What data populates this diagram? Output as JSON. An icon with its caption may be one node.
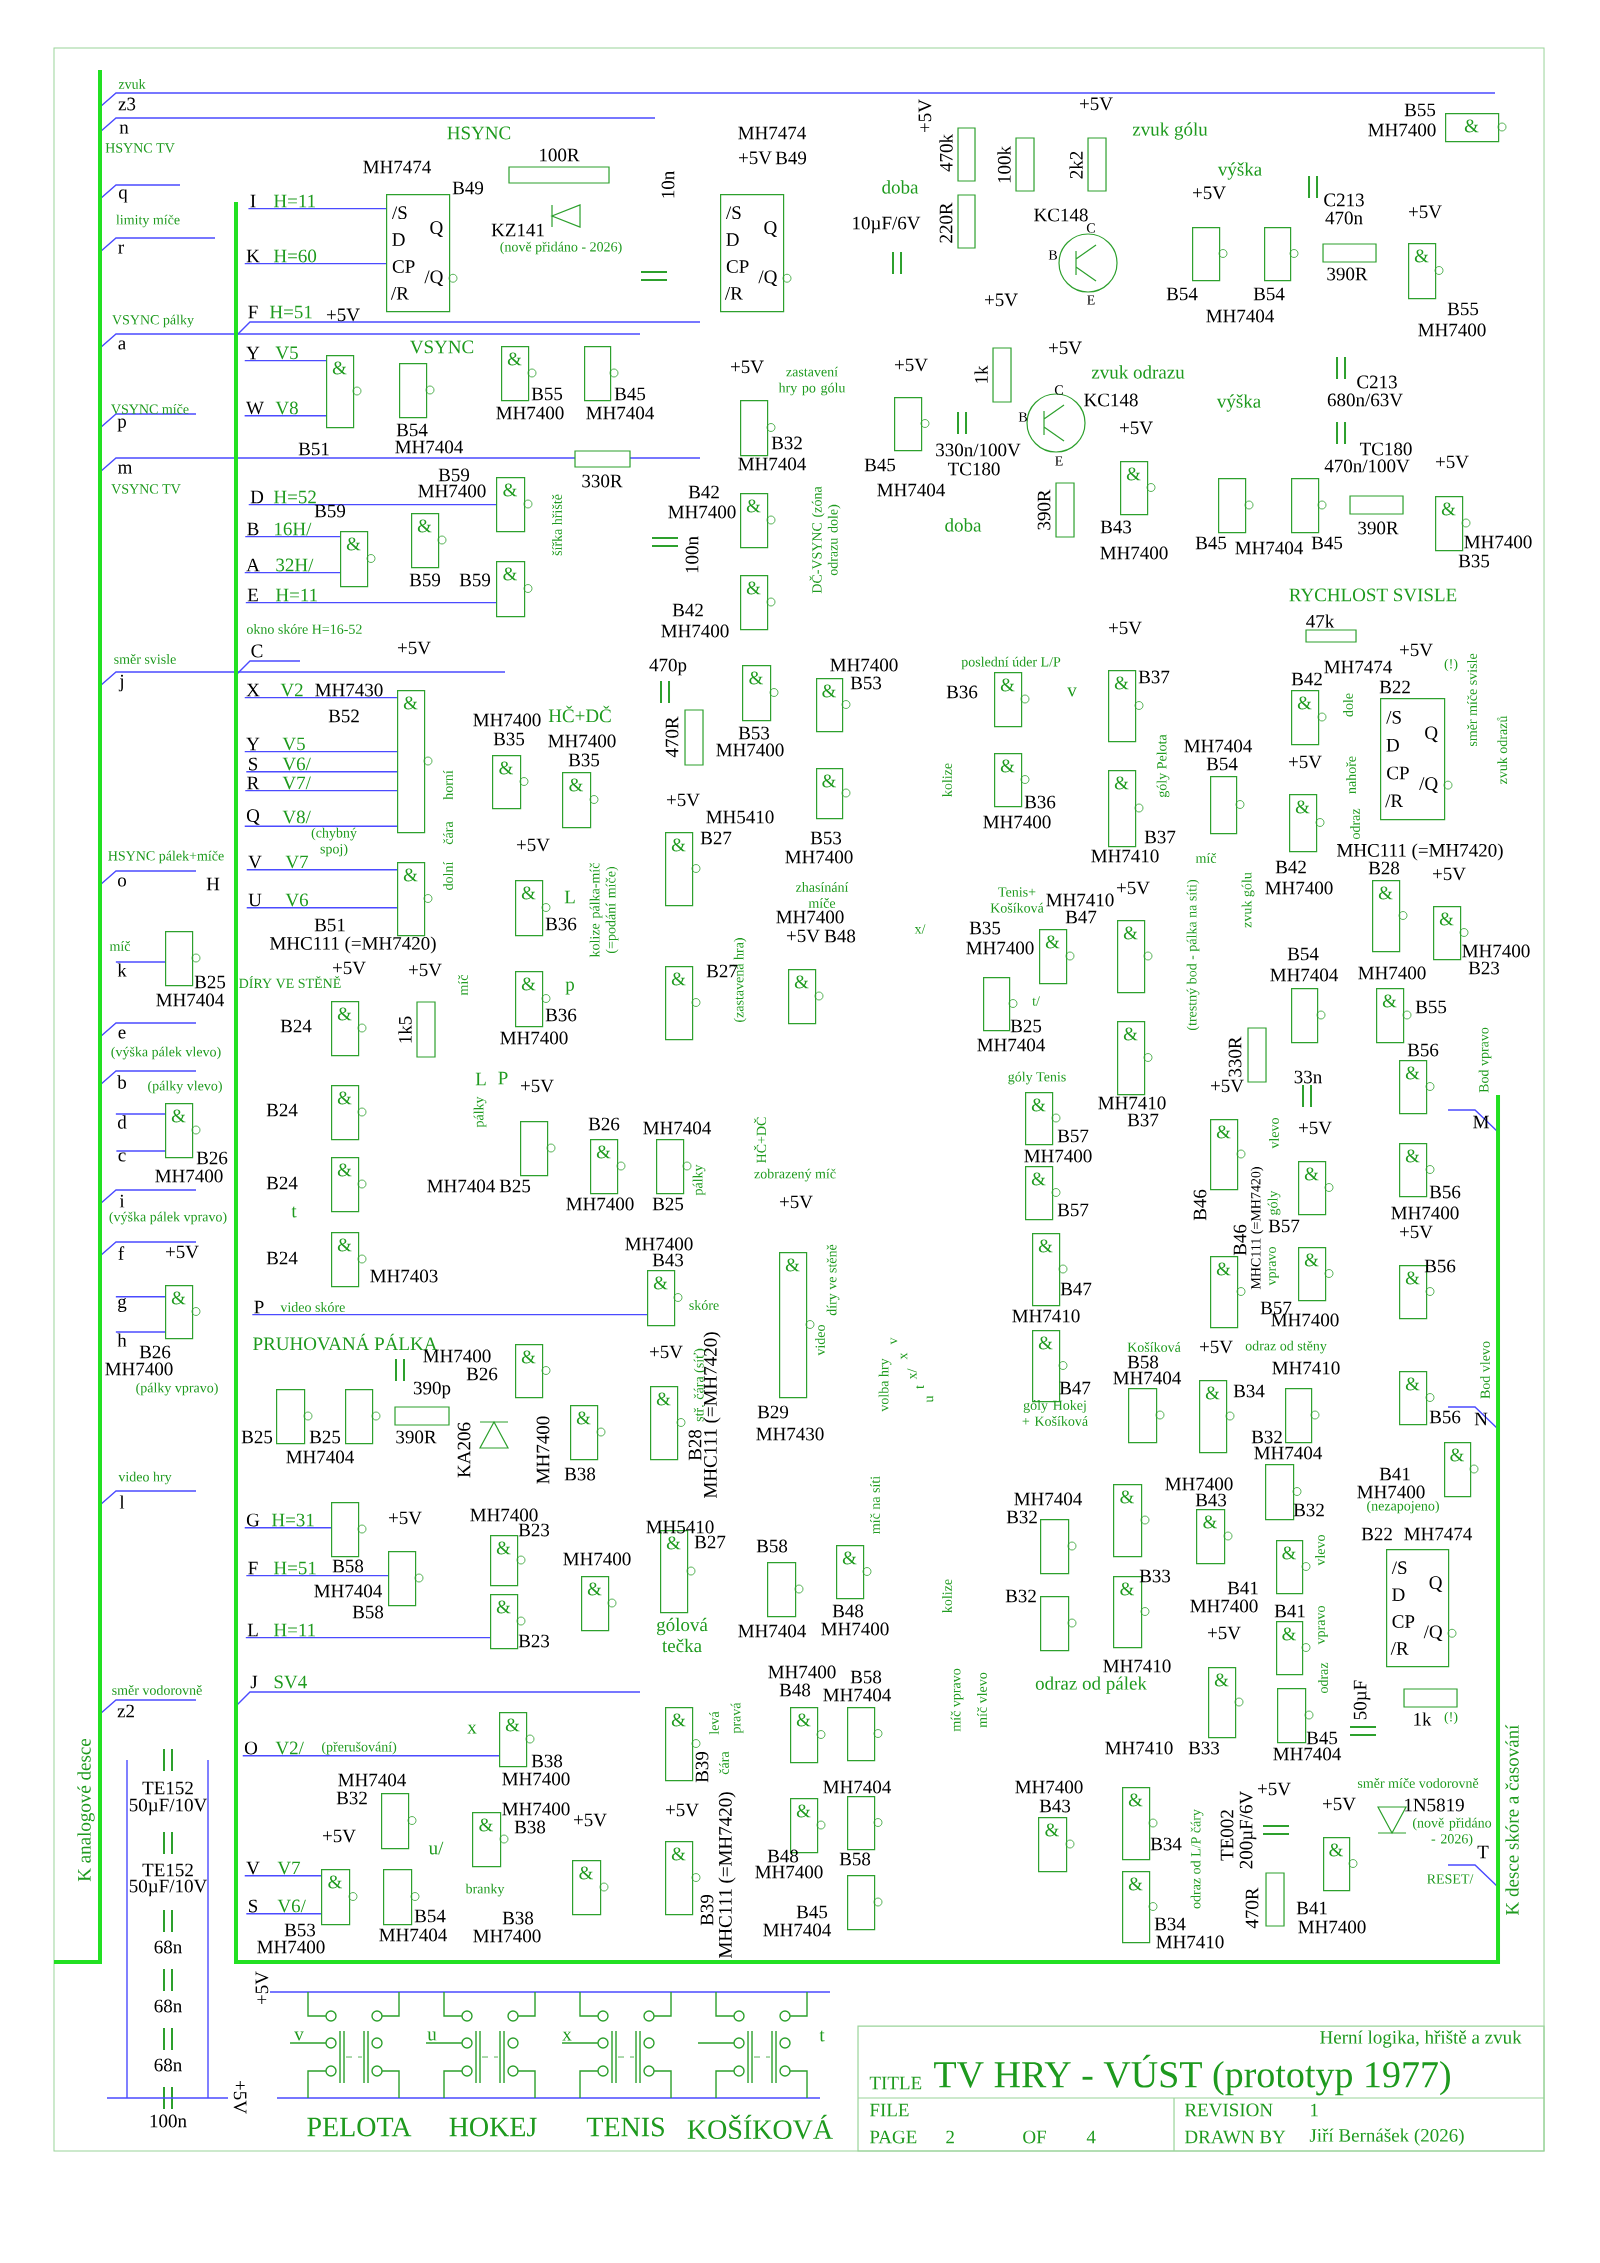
{
  "diagram": {
    "title": "TV HRY - VÚST (prototyp 1977)",
    "nodes": [
      {
        "text": [
          "/S",
          "D",
          "CP",
          "/R",
          "Q",
          "/Q"
        ]
      },
      {
        "text": [
          "/S",
          "D",
          "CP",
          "/R",
          "Q",
          "/Q"
        ]
      },
      {
        "text": [
          "&"
        ]
      },
      {
        "text": [],
        "shape": "box"
      },
      {
        "text": [
          "&"
        ]
      },
      {
        "text": [],
        "shape": "box"
      },
      {
        "text": [],
        "shape": "box"
      },
      {
        "text": [
          "&"
        ]
      },
      {
        "text": [
          "&"
        ]
      },
      {
        "text": [
          "&"
        ]
      },
      {
        "text": [
          "&"
        ]
      },
      {
        "text": [
          "&"
        ]
      },
      {
        "text": [
          "&"
        ]
      },
      {
        "text": [
          "&"
        ]
      },
      {
        "text": [
          "&"
        ]
      },
      {
        "text": [
          "&"
        ]
      },
      {
        "text": [
          "&"
        ]
      },
      {
        "text": [
          "&"
        ]
      },
      {
        "text": [
          "&"
        ]
      },
      {
        "text": [
          "&"
        ]
      },
      {
        "text": [],
        "shape": "box"
      },
      {
        "text": [],
        "shape": "box"
      },
      {
        "text": [
          "&"
        ]
      },
      {
        "text": [],
        "shape": "box"
      },
      {
        "text": [
          "&"
        ]
      },
      {
        "text": [],
        "shape": "box"
      },
      {
        "text": [],
        "shape": "box"
      },
      {
        "text": [
          "&"
        ]
      },
      {
        "text": [
          "&"
        ]
      },
      {
        "text": [
          "&"
        ]
      },
      {
        "text": [
          "&"
        ]
      },
      {
        "text": [
          "&"
        ]
      },
      {
        "text": [],
        "shape": "box"
      },
      {
        "text": [
          "&"
        ]
      },
      {
        "text": [
          "&"
        ]
      },
      {
        "text": [
          "/S",
          "D",
          "CP",
          "/R",
          "Q",
          "/Q"
        ]
      },
      {
        "text": [
          "&"
        ]
      },
      {
        "text": [],
        "shape": "box"
      },
      {
        "text": [
          "&"
        ]
      },
      {
        "text": [
          "&"
        ]
      },
      {
        "text": [
          "&"
        ]
      },
      {
        "text": [
          "&"
        ]
      },
      {
        "text": [
          "&"
        ]
      },
      {
        "text": [
          "&"
        ]
      },
      {
        "text": [
          "&"
        ]
      },
      {
        "text": [
          "&"
        ]
      },
      {
        "text": [
          "&"
        ]
      },
      {
        "text": [
          "&"
        ]
      },
      {
        "text": [],
        "shape": "box"
      },
      {
        "text": [
          "&"
        ]
      },
      {
        "text": [],
        "shape": "box"
      },
      {
        "text": [
          "&"
        ]
      },
      {
        "text": [
          "&"
        ]
      },
      {
        "text": [
          "&"
        ]
      },
      {
        "text": [
          "&"
        ]
      },
      {
        "text": [],
        "shape": "box"
      },
      {
        "text": [],
        "shape": "box"
      },
      {
        "text": [
          "&"
        ]
      },
      {
        "text": [
          "&"
        ]
      },
      {
        "text": [],
        "shape": "box"
      },
      {
        "text": [],
        "shape": "box"
      },
      {
        "text": [
          "&"
        ]
      },
      {
        "text": [
          "&"
        ]
      },
      {
        "text": [
          "&"
        ]
      },
      {
        "text": [
          "&"
        ]
      },
      {
        "text": [],
        "shape": "box"
      },
      {
        "text": [
          "&"
        ]
      },
      {
        "text": [
          "&"
        ]
      },
      {
        "text": [
          "&"
        ]
      },
      {
        "text": [],
        "shape": "box"
      },
      {
        "text": [
          "&"
        ]
      },
      {
        "text": [
          "&"
        ]
      },
      {
        "text": [],
        "shape": "box"
      },
      {
        "text": [
          "&"
        ]
      },
      {
        "text": [
          "&"
        ]
      },
      {
        "text": [
          "&"
        ]
      },
      {
        "text": [
          "&"
        ]
      },
      {
        "text": [],
        "shape": "box"
      },
      {
        "text": [
          "&"
        ]
      },
      {
        "text": [
          "&"
        ]
      },
      {
        "text": [
          "&"
        ]
      },
      {
        "text": [
          "&"
        ]
      },
      {
        "text": [
          "&"
        ]
      },
      {
        "text": [
          "&"
        ]
      },
      {
        "text": [
          "&"
        ]
      },
      {
        "text": [
          "&"
        ]
      },
      {
        "text": [
          "&"
        ]
      },
      {
        "text": [
          "&"
        ]
      },
      {
        "text": [],
        "shape": "box"
      },
      {
        "text": [
          "&"
        ]
      },
      {
        "text": [
          "&"
        ]
      },
      {
        "text": [
          "&"
        ]
      },
      {
        "text": [
          "&"
        ]
      },
      {
        "text": [
          "&"
        ]
      },
      {
        "text": [
          "&"
        ]
      },
      {
        "text": [
          "&"
        ]
      },
      {
        "text": [],
        "shape": "box"
      },
      {
        "text": [
          "&"
        ]
      },
      {
        "text": [],
        "shape": "box"
      },
      {
        "text": [
          "&"
        ]
      },
      {
        "text": [],
        "shape": "box"
      },
      {
        "text": [
          "&"
        ]
      },
      {
        "text": [],
        "shape": "box"
      },
      {
        "text": [
          "&"
        ]
      },
      {
        "text": [
          "&"
        ]
      },
      {
        "text": [],
        "shape": "box"
      },
      {
        "text": [
          "&"
        ]
      },
      {
        "text": [
          "&"
        ]
      },
      {
        "text": [
          "&"
        ]
      },
      {
        "text": [
          "&"
        ]
      },
      {
        "text": [],
        "shape": "box"
      },
      {
        "text": [
          "/S",
          "D",
          "CP",
          "/R",
          "Q",
          "/Q"
        ]
      },
      {
        "text": [],
        "shape": "box"
      },
      {
        "text": [],
        "shape": "box"
      },
      {
        "text": [],
        "shape": "box"
      },
      {
        "text": [
          "&"
        ]
      },
      {
        "text": [
          "&"
        ]
      },
      {
        "text": [
          "&"
        ]
      },
      {
        "text": [
          "&"
        ]
      },
      {
        "text": [
          "I",
          "H=11"
        ]
      },
      {
        "text": [
          "K",
          "H=60"
        ]
      },
      {
        "text": [
          "Y",
          "V5"
        ]
      },
      {
        "text": [
          "W",
          "V8"
        ]
      },
      {
        "text": [
          "D",
          "H=52"
        ]
      },
      {
        "text": [
          "B",
          "16H/"
        ]
      },
      {
        "text": [
          "A",
          "32H/"
        ]
      },
      {
        "text": [
          "E",
          "H=11"
        ]
      },
      {
        "text": [
          "X",
          "V2"
        ]
      },
      {
        "text": [
          "Y",
          "V5"
        ]
      },
      {
        "text": [
          "S",
          "V6/"
        ]
      },
      {
        "text": [
          "R",
          "V7/"
        ]
      },
      {
        "text": [
          "Q",
          "V8/"
        ]
      },
      {
        "text": [
          "V",
          "V7"
        ]
      },
      {
        "text": [
          "U",
          "V6"
        ]
      },
      {
        "text": [
          "P",
          "video skóre"
        ]
      },
      {
        "text": [
          "G",
          "H=31"
        ]
      },
      {
        "text": [
          "F",
          "H=51"
        ]
      },
      {
        "text": [
          "L",
          "H=11"
        ]
      },
      {
        "text": [
          "O",
          "V2/"
        ]
      },
      {
        "text": [
          "V",
          "V7"
        ]
      },
      {
        "text": [
          "S",
          "V6/"
        ]
      },
      {
        "text": [
          "k"
        ]
      },
      {
        "text": [
          "d"
        ]
      },
      {
        "text": [
          "c"
        ]
      },
      {
        "text": [
          "g"
        ]
      },
      {
        "text": [
          "h"
        ]
      }
    ],
    "edges": [
      {
        "from": 119,
        "to": 0,
        "arrow": "none"
      },
      {
        "from": 120,
        "to": 0,
        "arrow": "none"
      },
      {
        "from": 121,
        "to": 2,
        "arrow": "none"
      },
      {
        "from": 122,
        "to": 2,
        "arrow": "none"
      },
      {
        "from": 123,
        "to": 7,
        "arrow": "none"
      },
      {
        "from": 124,
        "to": 8,
        "arrow": "none"
      },
      {
        "from": 125,
        "to": 8,
        "arrow": "none"
      },
      {
        "from": 126,
        "to": 10,
        "arrow": "none"
      },
      {
        "from": 127,
        "to": 14,
        "arrow": "none"
      },
      {
        "from": 128,
        "to": 14,
        "arrow": "none"
      },
      {
        "from": 129,
        "to": 14,
        "arrow": "none"
      },
      {
        "from": 130,
        "to": 14,
        "arrow": "none"
      },
      {
        "from": 131,
        "to": 14,
        "arrow": "none"
      },
      {
        "from": 132,
        "to": 36,
        "arrow": "none"
      },
      {
        "from": 133,
        "to": 36,
        "arrow": "none"
      },
      {
        "from": 134,
        "to": 52,
        "arrow": "none"
      },
      {
        "from": 135,
        "to": 59,
        "arrow": "none"
      },
      {
        "from": 136,
        "to": 60,
        "arrow": "none"
      },
      {
        "from": 137,
        "to": 62,
        "arrow": "none"
      },
      {
        "from": 138,
        "to": 66,
        "arrow": "none"
      },
      {
        "from": 139,
        "to": 71,
        "arrow": "none"
      },
      {
        "from": 140,
        "to": 71,
        "arrow": "none"
      },
      {
        "from": 141,
        "to": 37,
        "arrow": "none"
      },
      {
        "from": 142,
        "to": 47,
        "arrow": "none"
      },
      {
        "from": 143,
        "to": 47,
        "arrow": "none"
      },
      {
        "from": 144,
        "to": 51,
        "arrow": "none"
      },
      {
        "from": 145,
        "to": 51,
        "arrow": "none"
      }
    ],
    "labels": [
      "zvuk",
      "z3",
      "n",
      "HSYNC TV",
      "q",
      "limity míče",
      "r",
      "VSYNC pálky",
      "a",
      "VSYNC míče",
      "p",
      "m",
      "VSYNC TV",
      "směr svisle",
      "j",
      "HSYNC pálek+míče",
      "o",
      "H",
      "míč",
      "e",
      "(výška pálek vlevo)",
      "b",
      "(pálky vlevo)",
      "i",
      "(výška pálek vpravo)",
      "f",
      "video hry",
      "l",
      "směr vodorovně",
      "z2",
      "K analogové desce",
      "F",
      "H=51",
      "okno skóre H=16-52",
      "C",
      "(chybný spoj)",
      "J",
      "SV4",
      "(přerušování)",
      "M",
      "Bod vpravo",
      "N",
      "Bod vlevo",
      "T",
      "RESET/",
      "K desce skóre a časování",
      "HSYNC",
      "VSYNC",
      "šířka hřiště",
      "DČ-VSYNC (zóna odrazu dole)",
      "zastavení hry po gólu",
      "HČ+DČ",
      "horní",
      "čára",
      "dolní",
      "míč",
      "L",
      "p",
      "kolize pálka-míč (=podání míče)",
      "(zastavená hra)",
      "zhasínání míče",
      "DÍRY VE STĚNĚ",
      "L",
      "P",
      "pálky",
      "t",
      "pálky",
      "HČ+DČ",
      "zobrazený míč",
      "skóre",
      "video",
      "díry ve stěně",
      "PRUHOVANÁ PÁLKA",
      "stř. čára (síť)",
      "gólová tečka",
      "x",
      "u/",
      "branky",
      "levá",
      "pravá",
      "čára",
      "volba hry",
      "v",
      "x",
      "x/",
      "t",
      "u",
      "x/",
      "Tenis+ Košíková",
      "t/",
      "poslední úder L/P",
      "v",
      "kolize",
      "góly Pelota",
      "míč",
      "zvuk gólu",
      "(trestný bod - pálka na síti)",
      "góly Tenis",
      "góly Hokej + Košíková",
      "Košíková",
      "odraz od stěny",
      "vlevo",
      "góly",
      "vpravo",
      "(nezapojeno)",
      "odraz",
      "nahoře",
      "dole",
      "směr míče svisle",
      "zvuk odrazů",
      "(!)",
      "RYCHLOST SVISLE",
      "míč na síti",
      "kolize",
      "míč vpravo",
      "míč vlevo",
      "odraz od pálek",
      "vlevo",
      "vpravo",
      "odraz",
      "odraz od L/P čáry",
      "směr míče vodorovně",
      "(!)",
      "(nově přidáno - 2026)",
      "(nově přidáno - 2026)",
      "zvuk gólu",
      "doba",
      "zvuk odrazu",
      "výška",
      "výška",
      "doba",
      "MH7474",
      "+5V",
      "B49",
      "MH7474",
      "B49",
      "100R",
      "KZ141",
      "10n",
      "+5V",
      "B51",
      "B54",
      "MH7404",
      "B55",
      "MH7400",
      "B45",
      "MH7404",
      "+5V",
      "B32",
      "MH7404",
      "330R",
      "B59",
      "MH7400",
      "B59",
      "B59",
      "B59",
      "B42",
      "MH7400",
      "100n",
      "B42",
      "MH7400",
      "470p",
      "470R",
      "B53",
      "MH7400",
      "MH7430",
      "B52",
      "MH7400",
      "B35",
      "MH7400",
      "B35",
      "+5V",
      "+5V",
      "MH5410",
      "B27",
      "+5V",
      "470k",
      "220R",
      "100k",
      "2k2",
      "+5V",
      "KC148",
      "10µF/6V",
      "B55",
      "MH7400",
      "+5V",
      "C213",
      "470n",
      "390R",
      "B54",
      "B54",
      "MH7404",
      "+5V",
      "B55",
      "MH7400",
      "+5V",
      "1k",
      "+5V",
      "KC148",
      "+5V",
      "B45",
      "MH7404",
      "330n/100V",
      "TC180",
      "390R",
      "+5V",
      "B43",
      "MH7400",
      "C213",
      "680n/63V",
      "TC180",
      "470n/100V",
      "B45",
      "MH7404",
      "B45",
      "390R",
      "+5V",
      "MH7400",
      "B35",
      "47k",
      "+5V",
      "B37",
      "MH7400",
      "B53",
      "B36",
      "B36",
      "MH7404",
      "B54",
      "B42",
      "MH7474",
      "B22",
      "+5V",
      "+5V",
      "B53",
      "MH7400",
      "MH7400",
      "B37",
      "MH7410",
      "B42",
      "MH7400",
      "MHC111 (=MH7420)",
      "B28",
      "+5V",
      "MH7400",
      "B23",
      "B54",
      "MH7404",
      "MH7400",
      "B55",
      "MH7410",
      "B47",
      "+5V",
      "B35",
      "MH7400",
      "B25",
      "MH7404",
      "MH7410",
      "B37",
      "B57",
      "MH7400",
      "B57",
      "B47",
      "MH7410",
      "B47",
      "330R",
      "33n",
      "+5V",
      "+5V",
      "B46",
      "B46",
      "MHC111 (=MH7420)",
      "B57",
      "B57",
      "MH7400",
      "B56",
      "B56",
      "MH7400",
      "+5V",
      "B56",
      "B56",
      "+5V",
      "MH7410",
      "B34",
      "B58",
      "MH7404",
      "B32",
      "MH7404",
      "B41",
      "MH7400",
      "B32",
      "MH7400",
      "MH7404",
      "B43",
      "B32",
      "B33",
      "B32",
      "MH7410",
      "B41",
      "MH7400",
      "B41",
      "+5V",
      "MH7410",
      "B33",
      "B45",
      "MH7404",
      "50µF",
      "1k",
      "B22",
      "MH7474",
      "B48",
      "MH7400",
      "B58",
      "MH7404",
      "MH7404",
      "B58",
      "B45",
      "MH7404",
      "MH7400",
      "B43",
      "B34",
      "B34",
      "MH7410",
      "+5V",
      "TE002",
      "200µF/6V",
      "470R",
      "+5V",
      "B41",
      "MH7400",
      "1N5819",
      "B51",
      "MHC111 (=MH7420)",
      "+5V",
      "B36",
      "B36",
      "MH7400",
      "B27",
      "MH7400",
      "+5V",
      "B48",
      "B25",
      "MH7404",
      "+5V",
      "+5V",
      "1k5",
      "B24",
      "B24",
      "B24",
      "B24",
      "MH7403",
      "B26",
      "MH7400",
      "MH7404",
      "B25",
      "+5V",
      "B26",
      "MH7404",
      "MH7400",
      "B25",
      "+5V",
      "B26",
      "MH7400",
      "(pálky vpravo)",
      "MH7400",
      "B43",
      "+5V",
      "B29",
      "MH7430",
      "MH7400",
      "B26",
      "390p",
      "B25",
      "B25",
      "MH7404",
      "390R",
      "KA206",
      "MH7400",
      "B38",
      "+5V",
      "B28",
      "MHC111 (=MH7420)",
      "+5V",
      "MH7400",
      "B23",
      "MH7400",
      "MH5410",
      "B27",
      "B58",
      "MH7404",
      "B58",
      "B58",
      "B23",
      "MH7404",
      "B38",
      "MH7400",
      "B39",
      "MH7400",
      "B48",
      "B48",
      "MH7400",
      "MH7404",
      "B32",
      "+5V",
      "MH7400",
      "B38",
      "+5V",
      "B53",
      "MH7400",
      "B54",
      "MH7404",
      "B38",
      "MH7400",
      "+5V",
      "B39",
      "MHC111 (=MH7420)",
      "B",
      "C",
      "E",
      "B",
      "C",
      "E",
      "TE152",
      "50µF/10V",
      "TE152",
      "50µF/10V",
      "68n",
      "68n",
      "68n",
      "100n",
      "+5V",
      "+5V",
      "v",
      "u",
      "x",
      "t",
      "PELOTA",
      "HOKEJ",
      "TENIS",
      "KOŠÍKOVÁ",
      "Herní logika, hřiště a zvuk",
      "TITLE",
      "FILE",
      "REVISION",
      "1",
      "PAGE",
      "2",
      "OF",
      "4",
      "DRAWN BY",
      "Jiří Bernášek (2026)"
    ]
  }
}
